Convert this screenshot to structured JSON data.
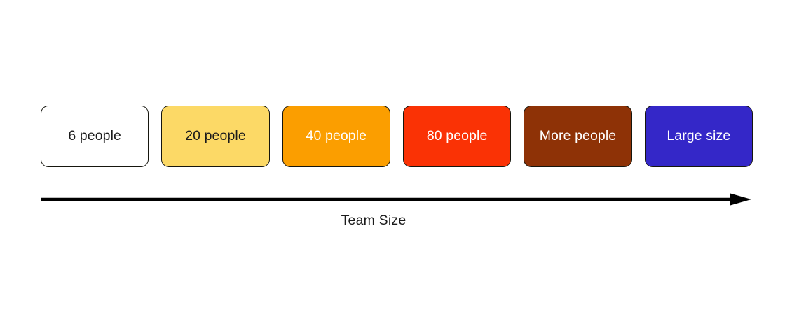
{
  "diagram": {
    "title_caption": "Team Size",
    "axis": {
      "label": "Team Size",
      "direction": "left-to-right",
      "arrow_color": "#000000"
    },
    "stages": [
      {
        "label": "6 people",
        "fill": "#ffffff",
        "text_color": "#1b1b1b",
        "border": "#16160e"
      },
      {
        "label": "20 people",
        "fill": "#fcd966",
        "text_color": "#1b1b1b",
        "border": "#16160e"
      },
      {
        "label": "40 people",
        "fill": "#fb9e00",
        "text_color": "#ffffff",
        "border": "#16160e"
      },
      {
        "label": "80 people",
        "fill": "#fa3205",
        "text_color": "#ffffff",
        "border": "#16160e"
      },
      {
        "label": "More people",
        "fill": "#8e3206",
        "text_color": "#ffffff",
        "border": "#16160e"
      },
      {
        "label": "Large size",
        "fill": "#3427c8",
        "text_color": "#ffffff",
        "border": "#16160e"
      }
    ]
  }
}
